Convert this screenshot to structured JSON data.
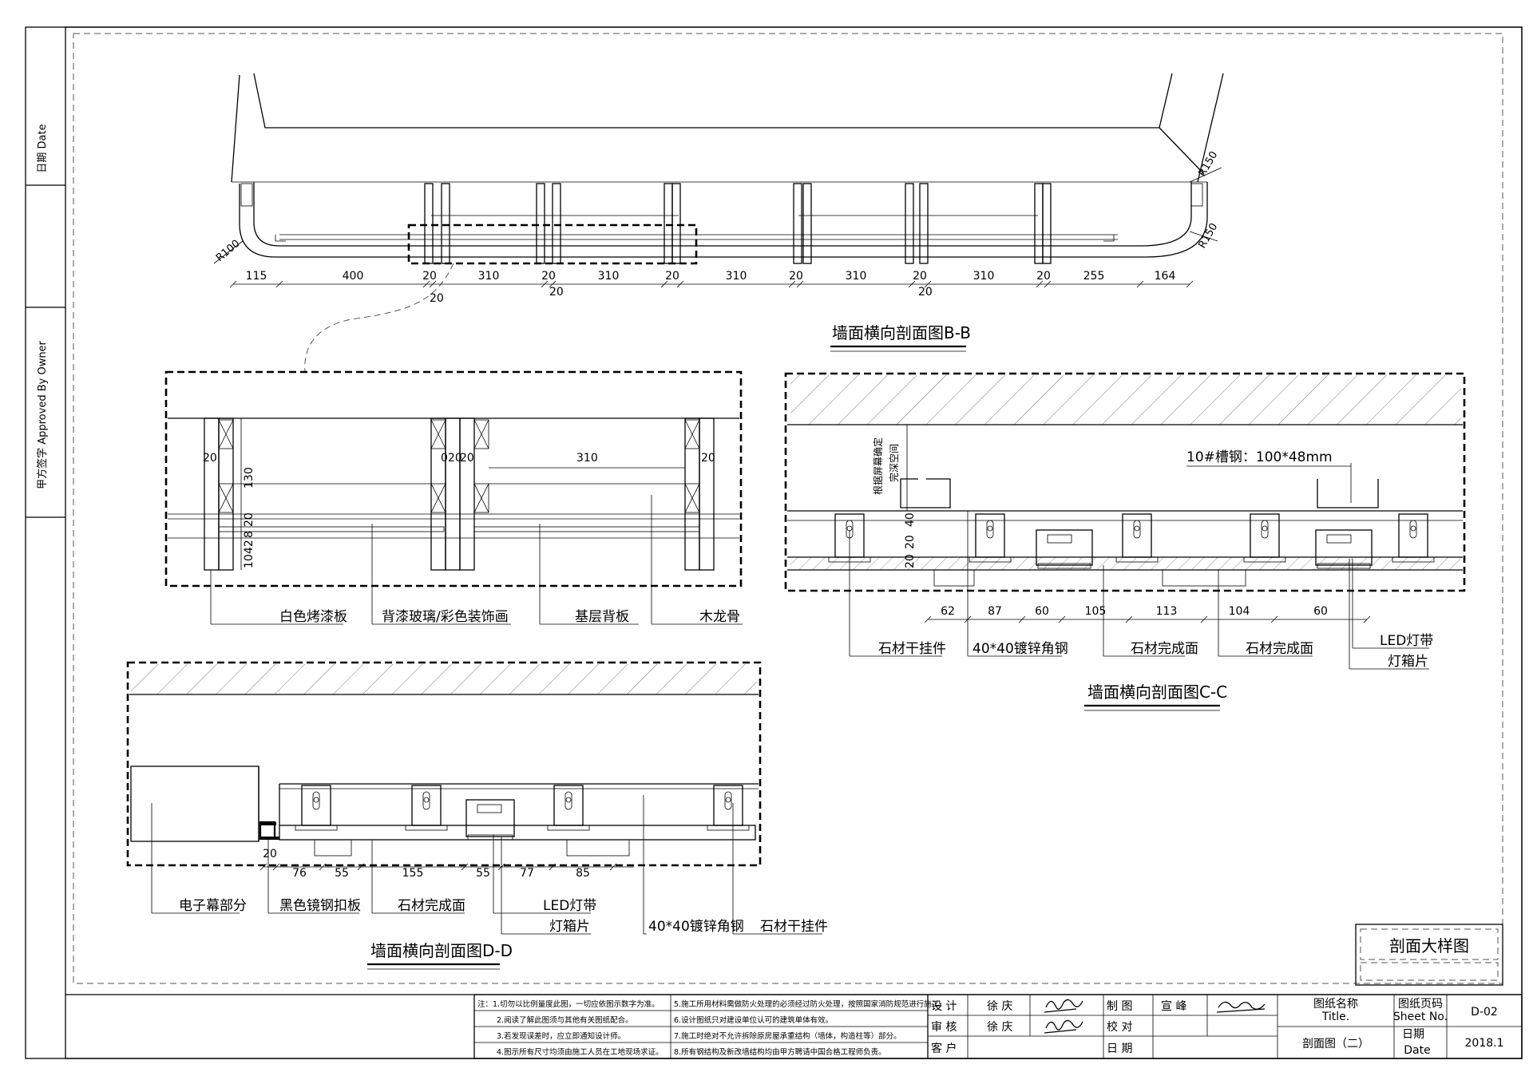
{
  "margin": {
    "date": "日期 Date",
    "approved": "甲方签字 Approved By Owner"
  },
  "section_bb": {
    "title": "墙面横向剖面图B-B",
    "radius_left": "R100",
    "radius_right_top": "R150",
    "radius_right_bottom": "R150",
    "dims": [
      "115",
      "400",
      "20",
      "310",
      "20",
      "310",
      "20",
      "310",
      "20",
      "310",
      "20",
      "310",
      "20",
      "255",
      "164"
    ],
    "dims_lower": [
      "20",
      "20"
    ]
  },
  "detail": {
    "dims_h": [
      "20",
      "020",
      "20",
      "310",
      "20"
    ],
    "dims_v": [
      "130",
      "20",
      "8",
      "42",
      "10"
    ],
    "labels": {
      "white_panel": "白色烤漆板",
      "back_glass": "背漆玻璃/彩色装饰画",
      "base_board": "基层背板",
      "wood_keel": "木龙骨"
    }
  },
  "section_cc": {
    "title": "墙面横向剖面图C-C",
    "vertical_note": "根据屏幕确定\n完深空间",
    "channel_note": "10#槽钢：100*48mm",
    "dims_v": [
      "40",
      "20",
      "20"
    ],
    "dims": [
      "62",
      "87",
      "60",
      "105",
      "113",
      "104",
      "60"
    ],
    "labels": {
      "stone_hanger": "石材干挂件",
      "angle_steel": "40*40镀锌角钢",
      "stone_face_1": "石材完成面",
      "stone_face_2": "石材完成面",
      "led": "LED灯带",
      "lightbox": "灯箱片"
    }
  },
  "section_dd": {
    "title": "墙面横向剖面图D-D",
    "dims": [
      "20",
      "76",
      "55",
      "155",
      "55",
      "77",
      "85"
    ],
    "labels": {
      "screen": "电子幕部分",
      "black_mirror": "黑色镜钢扣板",
      "stone_face": "石材完成面",
      "led": "LED灯带",
      "lightbox": "灯箱片",
      "angle_steel": "40*40镀锌角钢",
      "stone_hanger": "石材干挂件"
    }
  },
  "stamp": "剖面大样图",
  "notes": [
    "注：1.切勿以比例量度此图，一切应依图示数字为准。",
    "2.阅读了解此图须与其他有关图纸配合。",
    "3.若发现误差时，应立即通知设计师。",
    "4.图示所有尺寸均须由施工人员在工地现场求证。",
    "5.施工所用材料需做防火处理的必须经过防火处理，按照国家消防规范进行施工。",
    "6.设计图纸只对建设单位认可的建筑单体有效。",
    "7.施工时绝对不允许拆除原房屋承重结构（墙体，构造柱等）部分。",
    "8.所有钢结构及新改墙结构均由甲方聘请中国合格工程师负责。"
  ],
  "titleblock": {
    "design_label": "设  计",
    "design_name": "徐 庆",
    "review_label": "审  核",
    "review_name": "徐 庆",
    "client_label": "客  户",
    "draw_label": "制  图",
    "draw_name": "宣 峰",
    "check_label": "校  对",
    "date_label": "日  期",
    "title_label_cn": "图纸名称",
    "title_label_en": "Title.",
    "title_value": "剖面图（二）",
    "sheet_label_cn": "图纸页码",
    "sheet_label_en": "Sheet No.",
    "sheet_value": "D-02",
    "date2_label_cn": "日期",
    "date2_label_en": "Date",
    "date_value": "2018.1"
  },
  "colors": {
    "line": "#000000",
    "hatch": "#555555"
  }
}
